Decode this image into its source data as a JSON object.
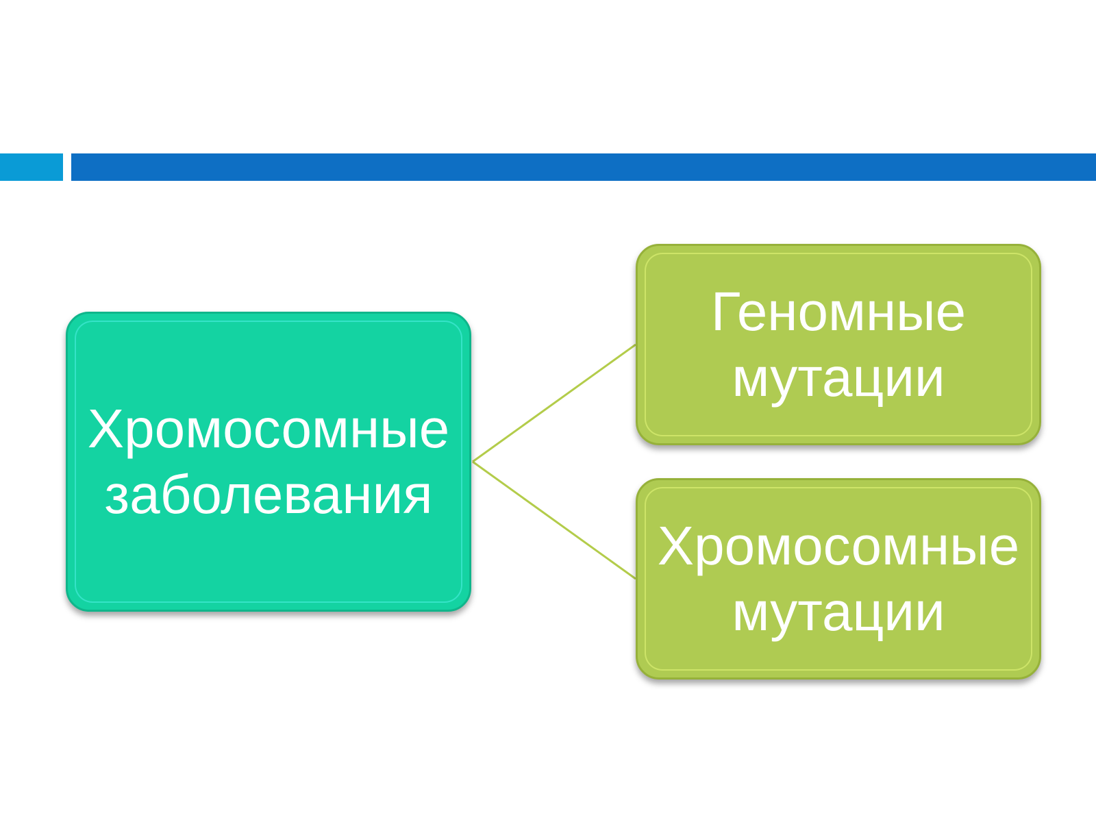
{
  "header_bar": {
    "accent_color": "#0a9bd6",
    "main_color": "#0e6fc4"
  },
  "diagram": {
    "root": {
      "label": "Хромосомные\nзаболевания",
      "color": "#14d3a2"
    },
    "children": [
      {
        "label": "Геномные\nмутации",
        "color": "#afcb52"
      },
      {
        "label": "Хромосомные\nмутации",
        "color": "#afcb52"
      }
    ],
    "connector_color": "#b3cc4a"
  }
}
